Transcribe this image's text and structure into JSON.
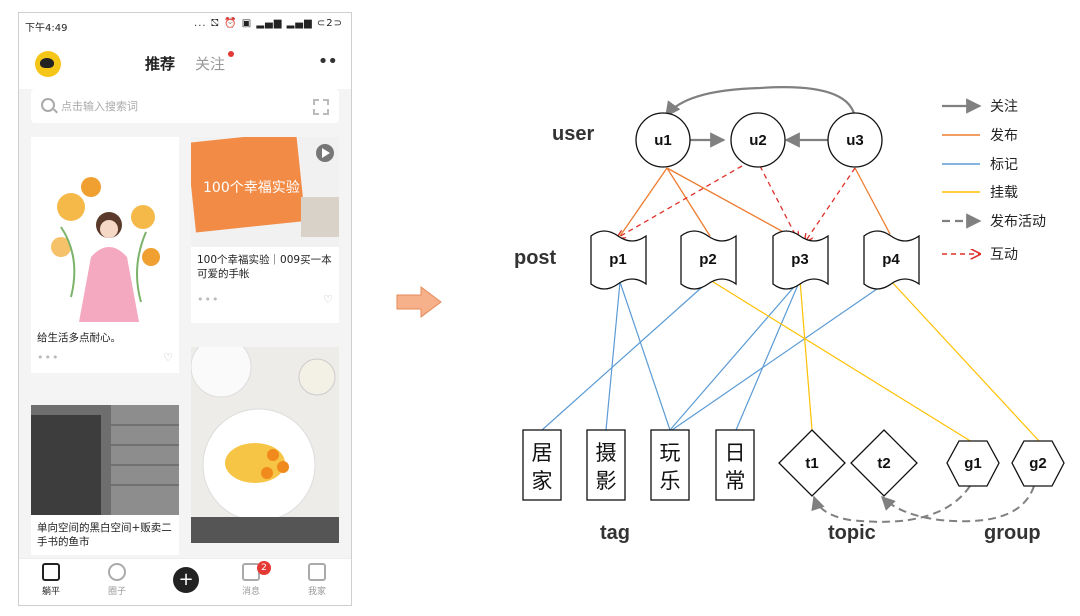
{
  "phone": {
    "status_time": "下午4:49",
    "status_icons": "... ⛞ ⏰ ▣ ▂▄▆ ▂▄▆ ⊂2⊃",
    "tabs": [
      "推荐",
      "关注"
    ],
    "search_placeholder": "点击输入搜索词",
    "cards": [
      {
        "caption": "给生活多点耐心。",
        "image": "flower-woman-illustration"
      },
      {
        "caption": "100个幸福实验｜009买一本可爱的手帐",
        "image": "orange-notebook-photo",
        "overlay_text": "100个幸福实验"
      },
      {
        "caption": "单向空间的黑白空间+贩卖二手书的鱼市",
        "image": "bookstore-photo"
      },
      {
        "caption": "",
        "image": "food-plate-photo"
      }
    ],
    "nav": [
      "躺平",
      "圈子",
      "+",
      "消息",
      "我家"
    ],
    "message_badge": "2"
  },
  "diagram": {
    "labels": {
      "user": "user",
      "post": "post",
      "tag": "tag",
      "topic": "topic",
      "group": "group"
    },
    "users": [
      "u1",
      "u2",
      "u3"
    ],
    "posts": [
      "p1",
      "p2",
      "p3",
      "p4"
    ],
    "tags": [
      "居家",
      "摄影",
      "玩乐",
      "日常"
    ],
    "topics": [
      "t1",
      "t2"
    ],
    "groups": [
      "g1",
      "g2"
    ],
    "legend": [
      {
        "label": "关注",
        "color": "#808080",
        "style": "solid-arrow"
      },
      {
        "label": "发布",
        "color": "#ED7D31",
        "style": "line"
      },
      {
        "label": "标记",
        "color": "#5B9BD5",
        "style": "line"
      },
      {
        "label": "挂载",
        "color": "#FFC000",
        "style": "line"
      },
      {
        "label": "发布活动",
        "color": "#808080",
        "style": "dashed-arrow"
      },
      {
        "label": "互动",
        "color": "#E0302A",
        "style": "dashed-arrow"
      }
    ],
    "edges": {
      "follow": [
        [
          "u1",
          "u2"
        ],
        [
          "u3",
          "u2"
        ],
        [
          "u3",
          "u1"
        ]
      ],
      "publish": [
        [
          "u1",
          "p1"
        ],
        [
          "u1",
          "p2"
        ],
        [
          "u1",
          "p3"
        ],
        [
          "u3",
          "p4"
        ]
      ],
      "tag": [
        [
          "p1",
          "摄影"
        ],
        [
          "p1",
          "玩乐"
        ],
        [
          "p2",
          "居家"
        ],
        [
          "p3",
          "玩乐"
        ],
        [
          "p3",
          "日常"
        ],
        [
          "p4",
          "玩乐"
        ]
      ],
      "mount": [
        [
          "p2",
          "g1"
        ],
        [
          "p3",
          "t1"
        ],
        [
          "p4",
          "g2"
        ]
      ],
      "activity": [
        [
          "g1",
          "t1"
        ],
        [
          "g2",
          "t2"
        ]
      ],
      "interact": [
        [
          "u2",
          "p1"
        ],
        [
          "u2",
          "p3"
        ],
        [
          "u3",
          "p3"
        ]
      ]
    }
  }
}
